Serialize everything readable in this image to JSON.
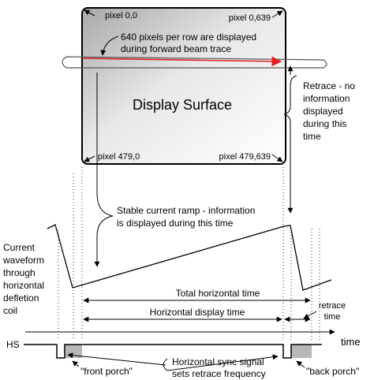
{
  "screen": {
    "pixel_top_left": "pixel 0,0",
    "pixel_top_right": "pixel 0,639",
    "pixel_bottom_left": "pixel 479,0",
    "pixel_bottom_right": "pixel 479,639",
    "title": "Display Surface",
    "row_note_line1": "640 pixels per row are displayed",
    "row_note_line2": "during forward beam trace"
  },
  "retrace_note": [
    "Retrace - no",
    "information",
    "displayed",
    "during this",
    "time"
  ],
  "ramp_note": [
    "Stable current ramp - information",
    "is displayed during this time"
  ],
  "current_note": [
    "Current",
    "waveform",
    "through",
    "horizontal",
    "defletion",
    "coil"
  ],
  "timing": {
    "total": "Total horizontal time",
    "display": "Horizontal display time",
    "retrace": [
      "retrace",
      "time"
    ],
    "time_label": "time"
  },
  "sync": {
    "hs": "HS",
    "front_porch": "\"front porch\"",
    "back_porch": "\"back porch\"",
    "sync_note": [
      "Horizontal sync signal",
      "sets retrace frequency"
    ]
  },
  "colors": {
    "beam": "#e02020",
    "ink": "#000000",
    "porch": "#b8b8b8"
  }
}
